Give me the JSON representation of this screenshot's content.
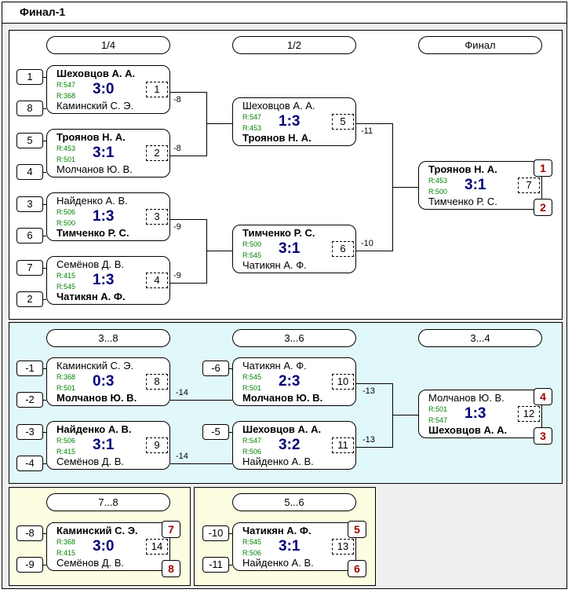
{
  "title": "Финал-1",
  "rounds": {
    "main": [
      "1/4",
      "1/2",
      "Финал"
    ],
    "loser1": [
      "3...8",
      "3...6",
      "3...4"
    ],
    "p78": "7...8",
    "p56": "5...6"
  },
  "seeds": {
    "qf1_top": "1",
    "qf1_bot": "8",
    "qf2_top": "5",
    "qf2_bot": "4",
    "qf3_top": "3",
    "qf3_bot": "6",
    "qf4_top": "7",
    "qf4_bot": "2",
    "m8_top": "-1",
    "m8_bot": "-2",
    "m9_top": "-3",
    "m9_bot": "-4",
    "m10_top": "-6",
    "m11_top": "-5",
    "m14_top": "-8",
    "m14_bot": "-9",
    "m13_top": "-10",
    "m13_bot": "-11"
  },
  "loss_labels": {
    "m1": "-8",
    "m2": "-8",
    "m3": "-9",
    "m4": "-9",
    "m5": "-11",
    "m6": "-10",
    "m8": "-14",
    "m9": "-14",
    "m10": "-13",
    "m11": "-13"
  },
  "matches": {
    "m1": {
      "num": "1",
      "score": "3:0",
      "top": "Шеховцов А. А.",
      "bot": "Каминский С. Э.",
      "r1": "R:547",
      "r2": "R:368"
    },
    "m2": {
      "num": "2",
      "score": "3:1",
      "top": "Троянов Н. А.",
      "bot": "Молчанов Ю. В.",
      "r1": "R:453",
      "r2": "R:501"
    },
    "m3": {
      "num": "3",
      "score": "1:3",
      "top": "Найденко А. В.",
      "bot": "Тимченко Р. С.",
      "r1": "R:506",
      "r2": "R:500"
    },
    "m4": {
      "num": "4",
      "score": "1:3",
      "top": "Семёнов Д. В.",
      "bot": "Чатикян А. Ф.",
      "r1": "R:415",
      "r2": "R:545"
    },
    "m5": {
      "num": "5",
      "score": "1:3",
      "top": "Шеховцов А. А.",
      "bot": "Троянов Н. А.",
      "r1": "R:547",
      "r2": "R:453"
    },
    "m6": {
      "num": "6",
      "score": "3:1",
      "top": "Тимченко Р. С.",
      "bot": "Чатикян А. Ф.",
      "r1": "R:500",
      "r2": "R:545"
    },
    "m7": {
      "num": "7",
      "score": "3:1",
      "top": "Троянов Н. А.",
      "bot": "Тимченко Р. С.",
      "r1": "R:453",
      "r2": "R:500",
      "place_top": "1",
      "place_bot": "2"
    },
    "m8": {
      "num": "8",
      "score": "0:3",
      "top": "Каминский С. Э.",
      "bot": "Молчанов Ю. В.",
      "r1": "R:368",
      "r2": "R:501"
    },
    "m9": {
      "num": "9",
      "score": "3:1",
      "top": "Найденко А. В.",
      "bot": "Семёнов Д. В.",
      "r1": "R:506",
      "r2": "R:415"
    },
    "m10": {
      "num": "10",
      "score": "2:3",
      "top": "Чатикян А. Ф.",
      "bot": "Молчанов Ю. В.",
      "r1": "R:545",
      "r2": "R:501"
    },
    "m11": {
      "num": "11",
      "score": "3:2",
      "top": "Шеховцов А. А.",
      "bot": "Найденко А. В.",
      "r1": "R:547",
      "r2": "R:506"
    },
    "m12": {
      "num": "12",
      "score": "1:3",
      "top": "Молчанов Ю. В.",
      "bot": "Шеховцов А. А.",
      "r1": "R:501",
      "r2": "R:547",
      "place_top": "4",
      "place_bot": "3"
    },
    "m14": {
      "num": "14",
      "score": "3:0",
      "top": "Каминский С. Э.",
      "bot": "Семёнов Д. В.",
      "r1": "R:368",
      "r2": "R:415",
      "place_top": "7",
      "place_bot": "8"
    },
    "m13": {
      "num": "13",
      "score": "3:1",
      "top": "Чатикян А. Ф.",
      "bot": "Найденко А. В.",
      "r1": "R:545",
      "r2": "R:506",
      "place_top": "5",
      "place_bot": "6"
    }
  },
  "colors": {
    "score": "#00007a",
    "rating": "#008000",
    "place": "#a00000",
    "panel_main": "#ffffff",
    "panel_losers": "#e1f8fb",
    "panel_places": "#fdfde1"
  }
}
